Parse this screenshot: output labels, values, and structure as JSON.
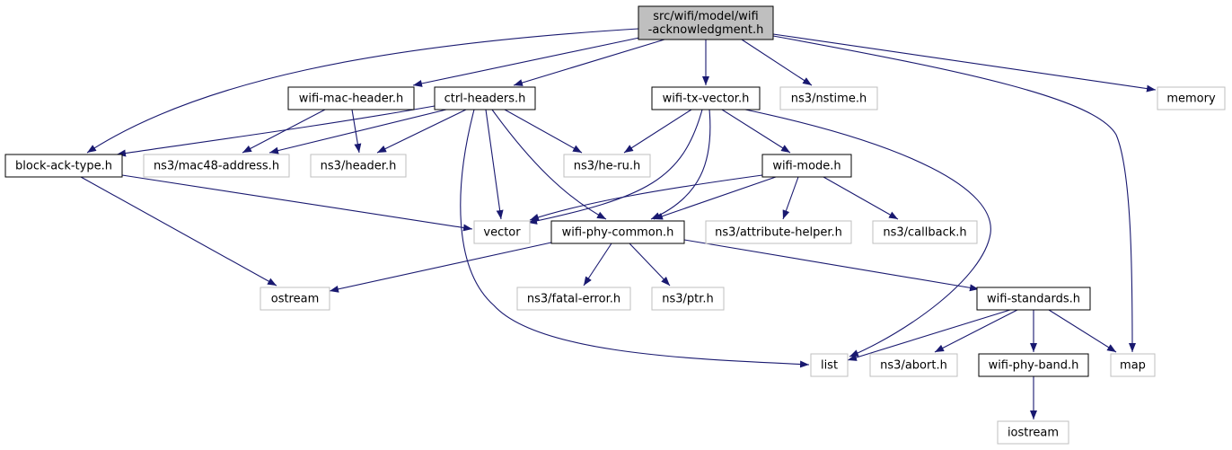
{
  "colors": {
    "edge": "#191970",
    "box_border_solid": "#000000",
    "box_border_gray": "#bfbfbf",
    "root_fill": "#bfbfbf",
    "text": "#000000"
  },
  "nodes": [
    {
      "id": "root",
      "label": [
        "src/wifi/model/wifi",
        "-acknowledgment.h"
      ],
      "kind": "root"
    },
    {
      "id": "wifi-mac-header",
      "label": [
        "wifi-mac-header.h"
      ],
      "kind": "solid"
    },
    {
      "id": "ctrl-headers",
      "label": [
        "ctrl-headers.h"
      ],
      "kind": "solid"
    },
    {
      "id": "wifi-tx-vector",
      "label": [
        "wifi-tx-vector.h"
      ],
      "kind": "solid"
    },
    {
      "id": "nstime",
      "label": [
        "ns3/nstime.h"
      ],
      "kind": "gray"
    },
    {
      "id": "memory",
      "label": [
        "memory"
      ],
      "kind": "gray"
    },
    {
      "id": "block-ack-type",
      "label": [
        "block-ack-type.h"
      ],
      "kind": "solid"
    },
    {
      "id": "mac48-address",
      "label": [
        "ns3/mac48-address.h"
      ],
      "kind": "gray"
    },
    {
      "id": "header",
      "label": [
        "ns3/header.h"
      ],
      "kind": "gray"
    },
    {
      "id": "he-ru",
      "label": [
        "ns3/he-ru.h"
      ],
      "kind": "gray"
    },
    {
      "id": "wifi-mode",
      "label": [
        "wifi-mode.h"
      ],
      "kind": "solid"
    },
    {
      "id": "vector",
      "label": [
        "vector"
      ],
      "kind": "gray"
    },
    {
      "id": "wifi-phy-common",
      "label": [
        "wifi-phy-common.h"
      ],
      "kind": "solid"
    },
    {
      "id": "attribute-helper",
      "label": [
        "ns3/attribute-helper.h"
      ],
      "kind": "gray"
    },
    {
      "id": "callback",
      "label": [
        "ns3/callback.h"
      ],
      "kind": "gray"
    },
    {
      "id": "ostream",
      "label": [
        "ostream"
      ],
      "kind": "gray"
    },
    {
      "id": "fatal-error",
      "label": [
        "ns3/fatal-error.h"
      ],
      "kind": "gray"
    },
    {
      "id": "ptr",
      "label": [
        "ns3/ptr.h"
      ],
      "kind": "gray"
    },
    {
      "id": "wifi-standards",
      "label": [
        "wifi-standards.h"
      ],
      "kind": "solid"
    },
    {
      "id": "list",
      "label": [
        "list"
      ],
      "kind": "gray"
    },
    {
      "id": "abort",
      "label": [
        "ns3/abort.h"
      ],
      "kind": "gray"
    },
    {
      "id": "wifi-phy-band",
      "label": [
        "wifi-phy-band.h"
      ],
      "kind": "solid"
    },
    {
      "id": "map",
      "label": [
        "map"
      ],
      "kind": "gray"
    },
    {
      "id": "iostream",
      "label": [
        "iostream"
      ],
      "kind": "gray"
    }
  ],
  "edges": [
    {
      "from": "root",
      "to": "wifi-mac-header"
    },
    {
      "from": "root",
      "to": "ctrl-headers"
    },
    {
      "from": "root",
      "to": "wifi-tx-vector"
    },
    {
      "from": "root",
      "to": "nstime"
    },
    {
      "from": "root",
      "to": "memory"
    },
    {
      "from": "root",
      "to": "block-ack-type"
    },
    {
      "from": "root",
      "to": "map"
    },
    {
      "from": "wifi-mac-header",
      "to": "mac48-address"
    },
    {
      "from": "wifi-mac-header",
      "to": "header"
    },
    {
      "from": "ctrl-headers",
      "to": "block-ack-type"
    },
    {
      "from": "ctrl-headers",
      "to": "mac48-address"
    },
    {
      "from": "ctrl-headers",
      "to": "header"
    },
    {
      "from": "ctrl-headers",
      "to": "he-ru"
    },
    {
      "from": "ctrl-headers",
      "to": "vector"
    },
    {
      "from": "ctrl-headers",
      "to": "wifi-phy-common"
    },
    {
      "from": "ctrl-headers",
      "to": "list"
    },
    {
      "from": "wifi-tx-vector",
      "to": "he-ru"
    },
    {
      "from": "wifi-tx-vector",
      "to": "wifi-mode"
    },
    {
      "from": "wifi-tx-vector",
      "to": "vector"
    },
    {
      "from": "wifi-tx-vector",
      "to": "wifi-phy-common"
    },
    {
      "from": "wifi-tx-vector",
      "to": "list"
    },
    {
      "from": "block-ack-type",
      "to": "vector"
    },
    {
      "from": "block-ack-type",
      "to": "ostream"
    },
    {
      "from": "wifi-mode",
      "to": "vector"
    },
    {
      "from": "wifi-mode",
      "to": "wifi-phy-common"
    },
    {
      "from": "wifi-mode",
      "to": "attribute-helper"
    },
    {
      "from": "wifi-mode",
      "to": "callback"
    },
    {
      "from": "wifi-phy-common",
      "to": "ostream"
    },
    {
      "from": "wifi-phy-common",
      "to": "fatal-error"
    },
    {
      "from": "wifi-phy-common",
      "to": "ptr"
    },
    {
      "from": "wifi-phy-common",
      "to": "wifi-standards"
    },
    {
      "from": "wifi-standards",
      "to": "list"
    },
    {
      "from": "wifi-standards",
      "to": "abort"
    },
    {
      "from": "wifi-standards",
      "to": "wifi-phy-band"
    },
    {
      "from": "wifi-standards",
      "to": "map"
    },
    {
      "from": "wifi-phy-band",
      "to": "iostream"
    }
  ]
}
